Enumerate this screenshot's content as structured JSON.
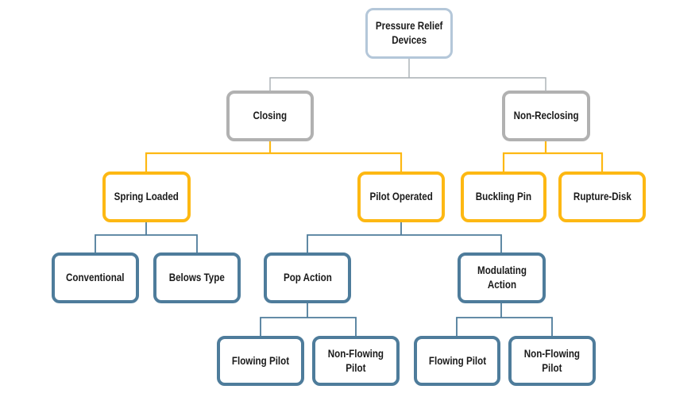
{
  "diagram_title": "Pressure Relief Devices",
  "colors": {
    "background": "#FFFFFF",
    "text": "#1A1A1A",
    "root_border": "#B4C7D9",
    "level2_border": "#B1B1B1",
    "level3_border": "#FDB813",
    "level4_border": "#4E7C9B",
    "connector_gray": "#A9AFB4",
    "connector_yellow": "#FDB813",
    "connector_blue": "#4E7C9B"
  },
  "nodes": {
    "root": {
      "label": "Pressure Relief\nDevices",
      "tier": "root"
    },
    "closing": {
      "label": "Closing",
      "tier": "gray"
    },
    "non_reclosing": {
      "label": "Non-Reclosing",
      "tier": "gray"
    },
    "spring_loaded": {
      "label": "Spring Loaded",
      "tier": "yellow"
    },
    "pilot_operated": {
      "label": "Pilot Operated",
      "tier": "yellow"
    },
    "buckling_pin": {
      "label": "Buckling Pin",
      "tier": "yellow"
    },
    "rupture_disk": {
      "label": "Rupture-Disk",
      "tier": "yellow"
    },
    "conventional": {
      "label": "Conventional",
      "tier": "blue"
    },
    "belows_type": {
      "label": "Belows Type",
      "tier": "blue"
    },
    "pop_action": {
      "label": "Pop Action",
      "tier": "blue"
    },
    "modulating_action": {
      "label": "Modulating\nAction",
      "tier": "blue"
    },
    "flowing_pilot_pop": {
      "label": "Flowing Pilot",
      "tier": "blue"
    },
    "non_flowing_pilot_pop": {
      "label": "Non-Flowing\nPilot",
      "tier": "blue"
    },
    "flowing_pilot_mod": {
      "label": "Flowing Pilot",
      "tier": "blue"
    },
    "non_flowing_pilot_mod": {
      "label": "Non-Flowing\nPilot",
      "tier": "blue"
    }
  },
  "edges": [
    {
      "from": "root",
      "to": [
        "closing",
        "non_reclosing"
      ],
      "color": "gray"
    },
    {
      "from": "closing",
      "to": [
        "spring_loaded",
        "pilot_operated"
      ],
      "color": "yellow"
    },
    {
      "from": "non_reclosing",
      "to": [
        "buckling_pin",
        "rupture_disk"
      ],
      "color": "yellow"
    },
    {
      "from": "spring_loaded",
      "to": [
        "conventional",
        "belows_type"
      ],
      "color": "blue"
    },
    {
      "from": "pilot_operated",
      "to": [
        "pop_action",
        "modulating_action"
      ],
      "color": "blue"
    },
    {
      "from": "pop_action",
      "to": [
        "flowing_pilot_pop",
        "non_flowing_pilot_pop"
      ],
      "color": "blue"
    },
    {
      "from": "modulating_action",
      "to": [
        "flowing_pilot_mod",
        "non_flowing_pilot_mod"
      ],
      "color": "blue"
    }
  ]
}
